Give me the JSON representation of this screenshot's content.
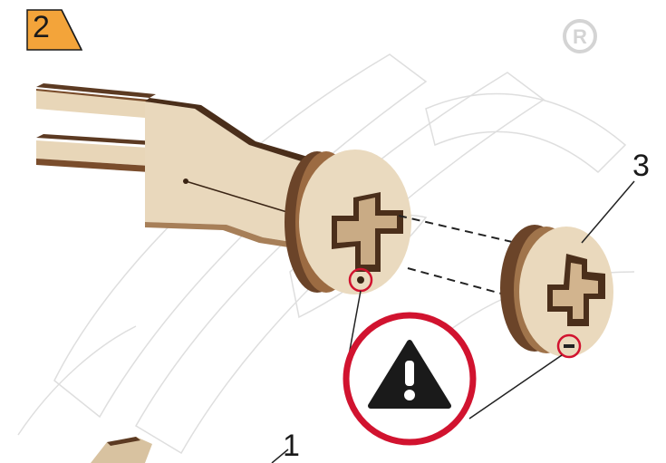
{
  "step": {
    "number": "2"
  },
  "callouts": {
    "part_3": "3",
    "part_1": "1"
  },
  "icons": {
    "warning": "warning-triangle-icon",
    "watermark": "registered-trademark-icon"
  },
  "colors": {
    "step_badge": "#f3a43a",
    "warning_ring": "#d1132f",
    "wood_light": "#e6d2b3",
    "wood_dark": "#6b4429",
    "watermark": "#d9d9d9"
  }
}
